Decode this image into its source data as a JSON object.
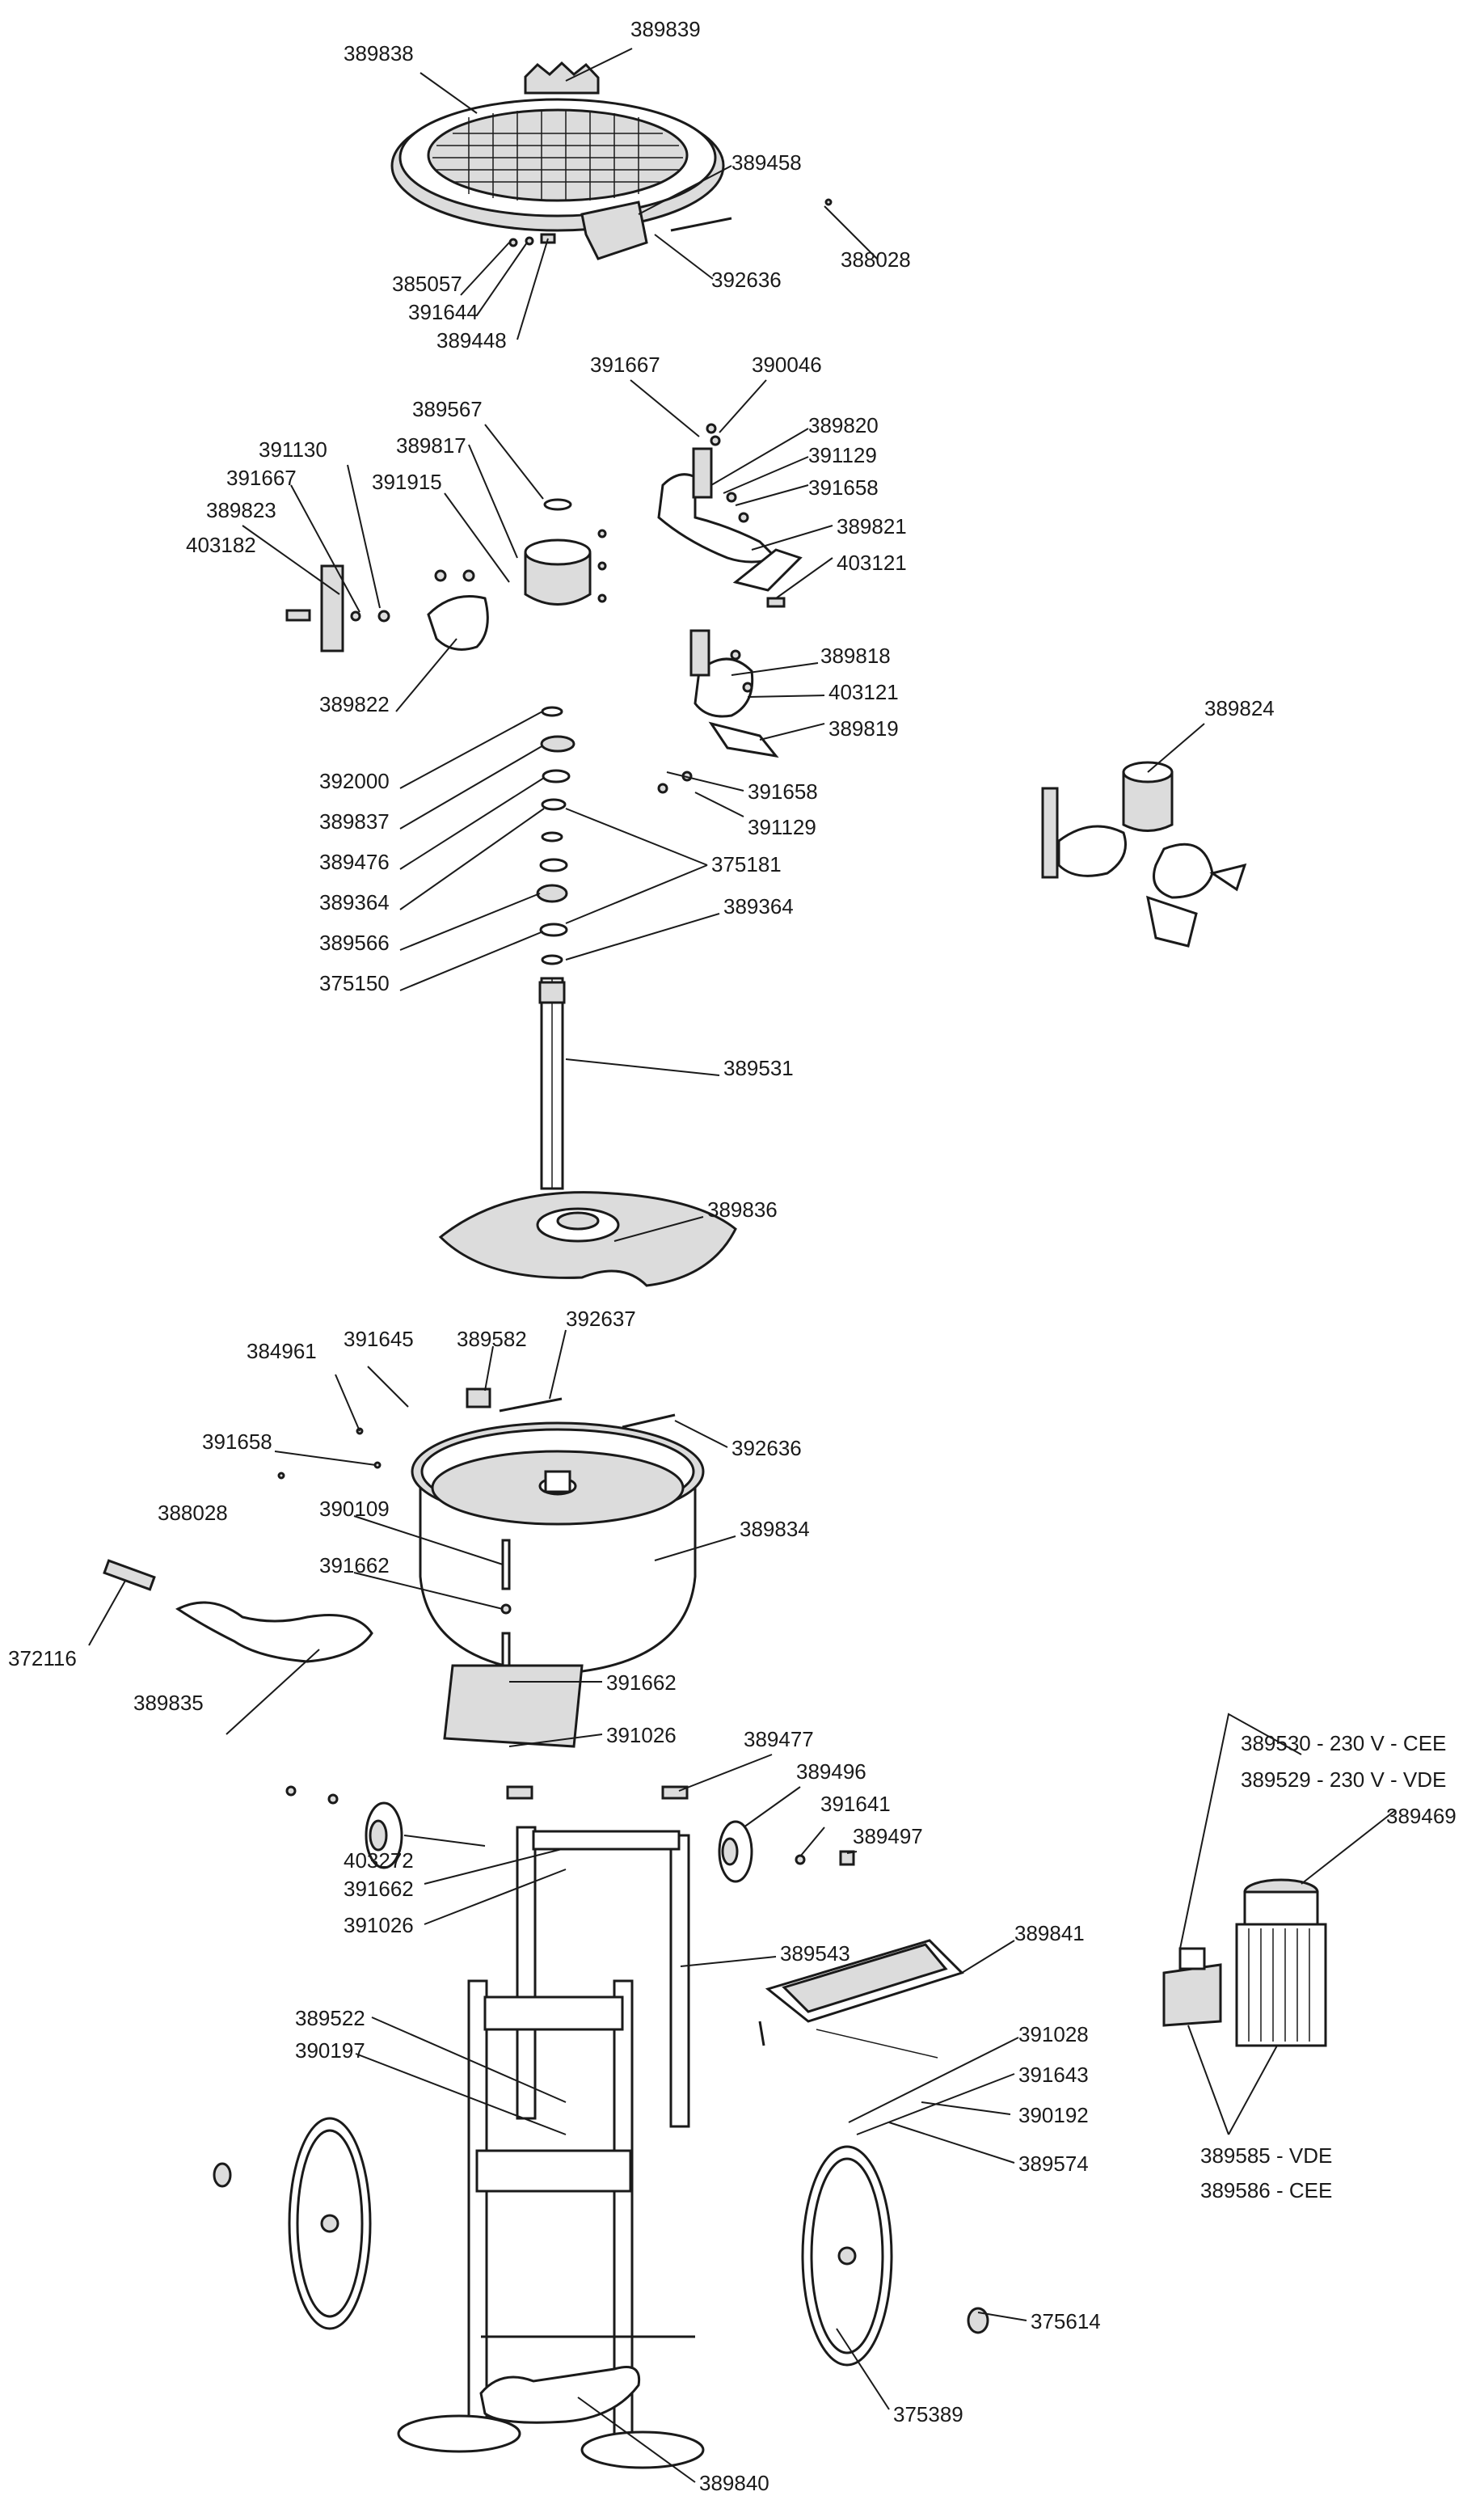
{
  "labels": [
    {
      "id": "389839",
      "text": "389839"
    },
    {
      "id": "389838",
      "text": "389838"
    },
    {
      "id": "389458",
      "text": "389458"
    },
    {
      "id": "385057",
      "text": "385057"
    },
    {
      "id": "391644",
      "text": "391644"
    },
    {
      "id": "389448",
      "text": "389448"
    },
    {
      "id": "392636a",
      "text": "392636"
    },
    {
      "id": "388028a",
      "text": "388028"
    },
    {
      "id": "391667a",
      "text": "391667"
    },
    {
      "id": "390046",
      "text": "390046"
    },
    {
      "id": "389820",
      "text": "389820"
    },
    {
      "id": "391129a",
      "text": "391129"
    },
    {
      "id": "391658a",
      "text": "391658"
    },
    {
      "id": "389821",
      "text": "389821"
    },
    {
      "id": "403121a",
      "text": "403121"
    },
    {
      "id": "389567",
      "text": "389567"
    },
    {
      "id": "389817",
      "text": "389817"
    },
    {
      "id": "391130",
      "text": "391130"
    },
    {
      "id": "391915",
      "text": "391915"
    },
    {
      "id": "391667b",
      "text": "391667"
    },
    {
      "id": "389823",
      "text": "389823"
    },
    {
      "id": "403182",
      "text": "403182"
    },
    {
      "id": "389822",
      "text": "389822"
    },
    {
      "id": "389818",
      "text": "389818"
    },
    {
      "id": "403121b",
      "text": "403121"
    },
    {
      "id": "389819",
      "text": "389819"
    },
    {
      "id": "389824",
      "text": "389824"
    },
    {
      "id": "391658b",
      "text": "391658"
    },
    {
      "id": "391129b",
      "text": "391129"
    },
    {
      "id": "392000",
      "text": "392000"
    },
    {
      "id": "389837",
      "text": "389837"
    },
    {
      "id": "389476",
      "text": "389476"
    },
    {
      "id": "389364a",
      "text": "389364"
    },
    {
      "id": "389566",
      "text": "389566"
    },
    {
      "id": "375150",
      "text": "375150"
    },
    {
      "id": "375181",
      "text": "375181"
    },
    {
      "id": "389364b",
      "text": "389364"
    },
    {
      "id": "389531",
      "text": "389531"
    },
    {
      "id": "389836",
      "text": "389836"
    },
    {
      "id": "384961",
      "text": "384961"
    },
    {
      "id": "391645",
      "text": "391645"
    },
    {
      "id": "389582",
      "text": "389582"
    },
    {
      "id": "392637",
      "text": "392637"
    },
    {
      "id": "391658c",
      "text": "391658"
    },
    {
      "id": "392636b",
      "text": "392636"
    },
    {
      "id": "388028b",
      "text": "388028"
    },
    {
      "id": "390109",
      "text": "390109"
    },
    {
      "id": "389834",
      "text": "389834"
    },
    {
      "id": "391662a",
      "text": "391662"
    },
    {
      "id": "372116",
      "text": "372116"
    },
    {
      "id": "389835",
      "text": "389835"
    },
    {
      "id": "391662b",
      "text": "391662"
    },
    {
      "id": "391026a",
      "text": "391026"
    },
    {
      "id": "389477",
      "text": "389477"
    },
    {
      "id": "389496",
      "text": "389496"
    },
    {
      "id": "391641",
      "text": "391641"
    },
    {
      "id": "389497",
      "text": "389497"
    },
    {
      "id": "403272",
      "text": "403272"
    },
    {
      "id": "391662c",
      "text": "391662"
    },
    {
      "id": "391026b",
      "text": "391026"
    },
    {
      "id": "389543",
      "text": "389543"
    },
    {
      "id": "389841",
      "text": "389841"
    },
    {
      "id": "389530",
      "text": "389530 - 230 V - CEE"
    },
    {
      "id": "389529",
      "text": "389529 - 230 V - VDE"
    },
    {
      "id": "389469",
      "text": "389469"
    },
    {
      "id": "389522",
      "text": "389522"
    },
    {
      "id": "390197",
      "text": "390197"
    },
    {
      "id": "391028",
      "text": "391028"
    },
    {
      "id": "391643",
      "text": "391643"
    },
    {
      "id": "390192",
      "text": "390192"
    },
    {
      "id": "389574",
      "text": "389574"
    },
    {
      "id": "389585",
      "text": "389585 - VDE"
    },
    {
      "id": "389586",
      "text": "389586 - CEE"
    },
    {
      "id": "375614",
      "text": "375614"
    },
    {
      "id": "375389",
      "text": "375389"
    },
    {
      "id": "389840",
      "text": "389840"
    }
  ]
}
